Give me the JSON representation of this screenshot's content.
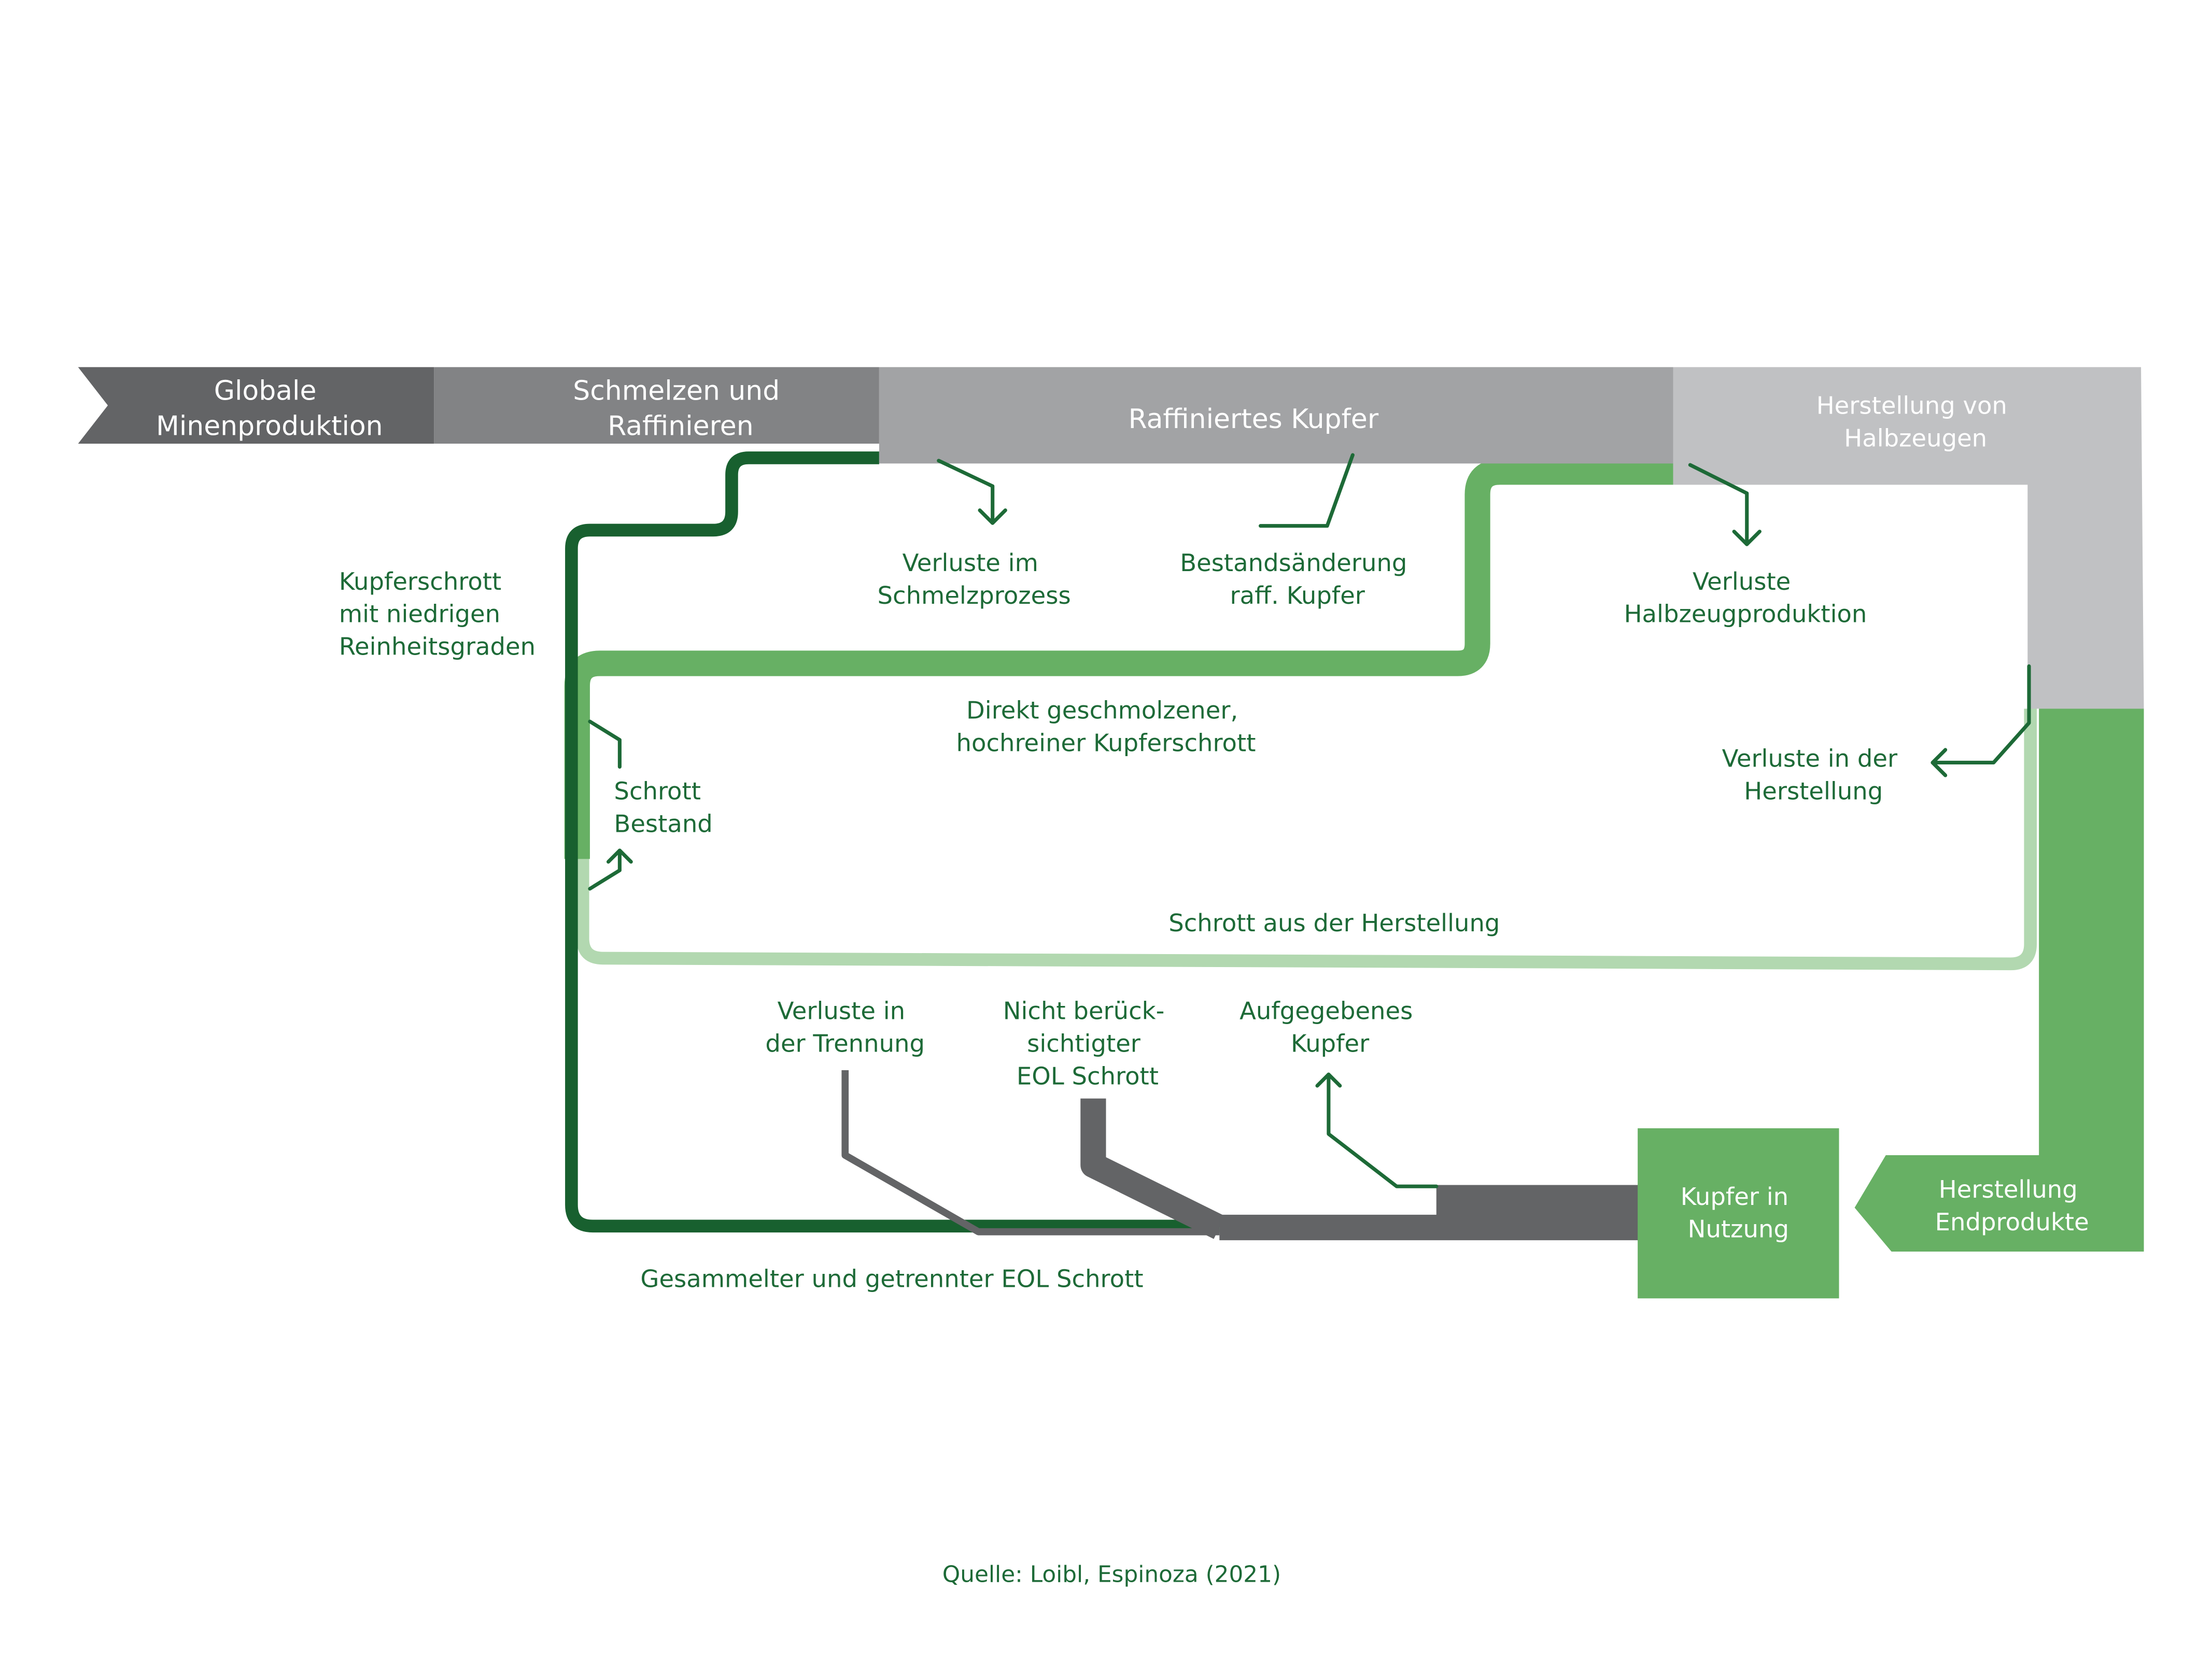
{
  "diagram": {
    "title": "",
    "colors": {
      "dark_green": "#18602f",
      "mid_green": "#67b064",
      "light_green": "#b2d8b0",
      "text_green": "#1d6a37",
      "dark_gray": "#636466",
      "mid_gray": "#828385",
      "gray": "#a2a3a5",
      "light_gray": "#c0c1c3"
    },
    "stages": {
      "mining": [
        "Globale",
        "Minenproduktion"
      ],
      "smelting": [
        "Schmelzen und",
        "Raffinieren"
      ],
      "refined": [
        "Raffiniertes Kupfer"
      ],
      "semis": [
        "Herstellung von",
        "Halbzeugen"
      ],
      "end_products": [
        "Herstellung",
        "Endprodukte"
      ],
      "in_use": [
        "Kupfer in",
        "Nutzung"
      ]
    },
    "flows": {
      "low_grade_scrap": [
        "Kupferschrott",
        "mit niedrigen",
        "Reinheitsgraden"
      ],
      "smelting_losses": [
        "Verluste im",
        "Schmelzprozess"
      ],
      "stock_change": [
        "Bestandsänderung",
        "raff. Kupfer"
      ],
      "semis_losses": [
        "Verluste",
        "Halbzeugproduktion"
      ],
      "direct_melt": [
        "Direkt geschmolzener,",
        "hochreiner Kupferschrott"
      ],
      "manufacturing_losses": [
        "Verluste in der",
        "Herstellung"
      ],
      "scrap_stock": [
        "Schrott",
        "Bestand"
      ],
      "new_scrap": [
        "Schrott aus der Herstellung"
      ],
      "separation_losses": [
        "Verluste in",
        "der Trennung"
      ],
      "unaccounted_eol": [
        "Nicht berück-",
        "sichtigter",
        "EOL Schrott"
      ],
      "abandoned": [
        "Aufgegebenes",
        "Kupfer"
      ],
      "collected_eol": [
        "Gesammelter und getrennter EOL Schrott"
      ]
    },
    "source": "Quelle: Loibl, Espinoza (2021)"
  }
}
